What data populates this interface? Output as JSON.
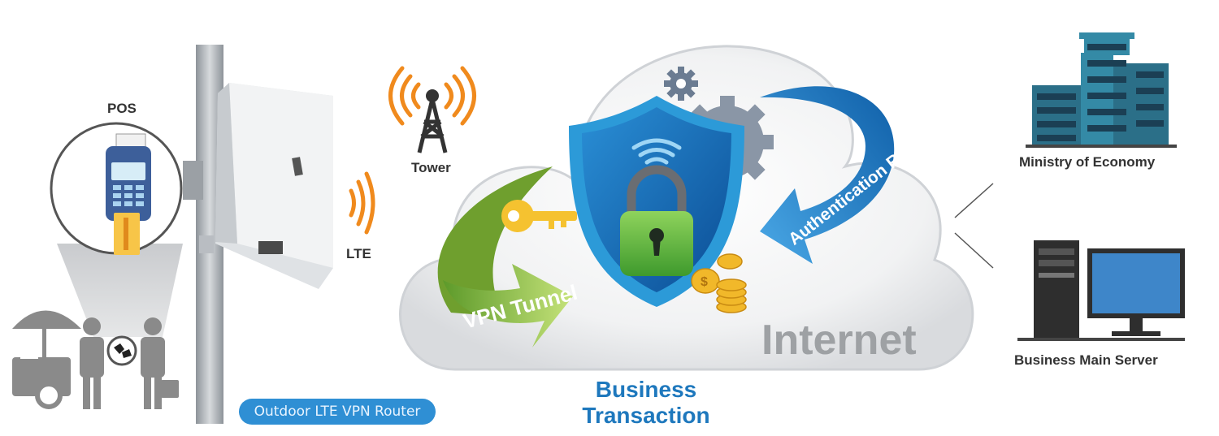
{
  "labels": {
    "pos": "POS",
    "lte": "LTE",
    "tower": "Tower",
    "ministry": "Ministry of Economy",
    "server": "Business Main Server",
    "internet": "Internet",
    "vpn_tunnel": "VPN Tunnel",
    "auth_request": "Authentication Request",
    "router": "Outdoor LTE VPN Router",
    "business_1": "Business",
    "business_2": "Transaction"
  },
  "colors": {
    "accent_blue": "#1e78bd",
    "pill_blue": "#2f8fd4",
    "signal_orange": "#f08a1d",
    "tunnel_green": "#8cc63f",
    "lock_green": "#6cc04a",
    "cloud_grey": "#e9eaec",
    "text_dark": "#333333"
  },
  "icons": [
    "pos-terminal-icon",
    "router-device-icon",
    "signal-icon",
    "tower-icon",
    "cloud-icon",
    "shield-icon",
    "padlock-icon",
    "key-icon",
    "gear-icon",
    "coins-icon",
    "building-icon",
    "server-tower-icon",
    "monitor-icon",
    "vendor-cart-icon",
    "people-icon"
  ]
}
